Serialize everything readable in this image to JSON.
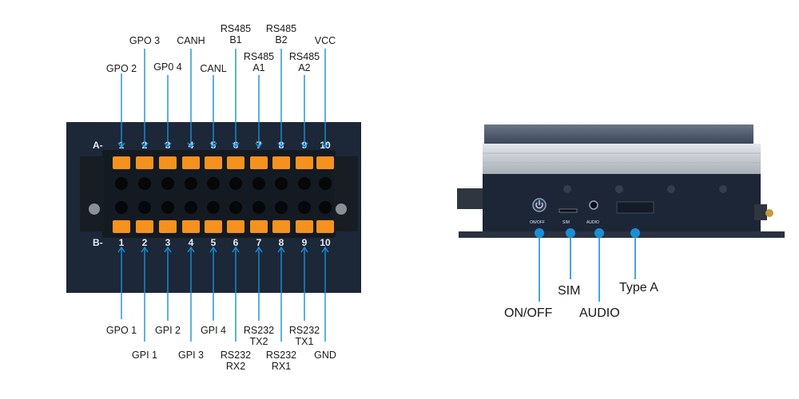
{
  "colors": {
    "accent": "#1a8fd6",
    "panel": "#1c2738",
    "terminal_orange": "#f5921e",
    "device_body": "#1d2637",
    "heatsink": "#c3c8ce"
  },
  "terminal_block": {
    "row_a_prefix": "A-",
    "row_b_prefix": "B-",
    "pin_numbers": [
      "1",
      "2",
      "3",
      "4",
      "5",
      "6",
      "7",
      "8",
      "9",
      "10"
    ],
    "top_pins": [
      {
        "pin": "1",
        "lines": [
          "GPO 2"
        ]
      },
      {
        "pin": "2",
        "lines": [
          "GPO 3"
        ]
      },
      {
        "pin": "3",
        "lines": [
          "GP0 4"
        ]
      },
      {
        "pin": "4",
        "lines": [
          "CANH"
        ]
      },
      {
        "pin": "5",
        "lines": [
          "CANL"
        ]
      },
      {
        "pin": "6",
        "lines": [
          "RS485",
          "B1"
        ]
      },
      {
        "pin": "7",
        "lines": [
          "RS485",
          "A1"
        ]
      },
      {
        "pin": "8",
        "lines": [
          "RS485",
          "B2"
        ]
      },
      {
        "pin": "9",
        "lines": [
          "RS485",
          "A2"
        ]
      },
      {
        "pin": "10",
        "lines": [
          "VCC"
        ]
      }
    ],
    "bottom_pins": [
      {
        "pin": "1",
        "lines": [
          "GPO 1"
        ]
      },
      {
        "pin": "2",
        "lines": [
          "GPI 1"
        ]
      },
      {
        "pin": "3",
        "lines": [
          "GPI 2"
        ]
      },
      {
        "pin": "4",
        "lines": [
          "GPI 3"
        ]
      },
      {
        "pin": "5",
        "lines": [
          "GPI 4"
        ]
      },
      {
        "pin": "6",
        "lines": [
          "RS232",
          "RX2"
        ]
      },
      {
        "pin": "7",
        "lines": [
          "RS232",
          "TX2"
        ]
      },
      {
        "pin": "8",
        "lines": [
          "RS232",
          "RX1"
        ]
      },
      {
        "pin": "9",
        "lines": [
          "RS232",
          "TX1"
        ]
      },
      {
        "pin": "10",
        "lines": [
          "GND"
        ]
      }
    ]
  },
  "device_side": {
    "panel_print": {
      "onoff": "ON/OFF",
      "sim": "SIM",
      "audio": "AUDIO"
    },
    "callouts": {
      "onoff": "ON/OFF",
      "sim": "SIM",
      "audio": "AUDIO",
      "typea": "Type A"
    }
  }
}
